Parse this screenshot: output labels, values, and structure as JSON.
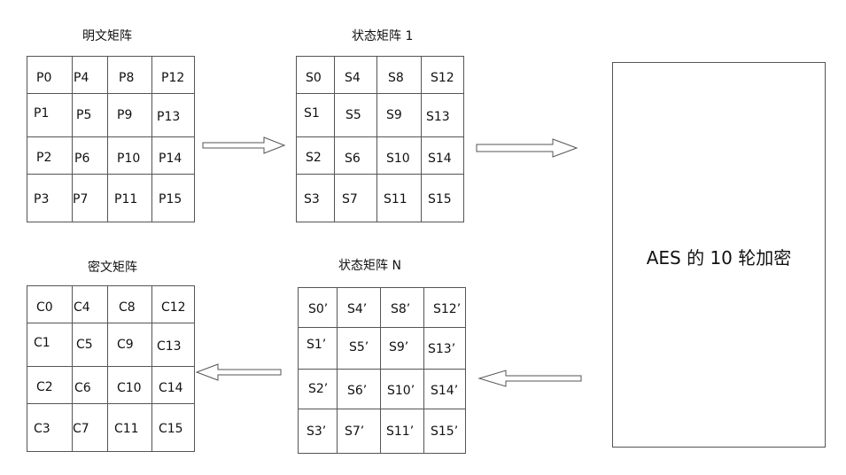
{
  "matrices": [
    {
      "id": "plaintext",
      "title": "明文矩阵",
      "cells": [
        [
          "P0",
          "P4",
          "P8",
          "P12"
        ],
        [
          "P1",
          "P5",
          "P9",
          "P13"
        ],
        [
          "P2",
          "P6",
          "P10",
          "P14"
        ],
        [
          "P3",
          "P7",
          "P11",
          "P15"
        ]
      ]
    },
    {
      "id": "state1",
      "title": "状态矩阵 1",
      "cells": [
        [
          "S0",
          "S4",
          "S8",
          "S12"
        ],
        [
          "S1",
          "S5",
          "S9",
          "S13"
        ],
        [
          "S2",
          "S6",
          "S10",
          "S14"
        ],
        [
          "S3",
          "S7",
          "S11",
          "S15"
        ]
      ]
    },
    {
      "id": "stateN",
      "title": "状态矩阵 N",
      "cells": [
        [
          "S0’",
          "S4’",
          "S8’",
          "S12’"
        ],
        [
          "S1’",
          "S5’",
          "S9’",
          "S13’"
        ],
        [
          "S2’",
          "S6’",
          "S10’",
          "S14’"
        ],
        [
          "S3’",
          "S7’",
          "S11’",
          "S15’"
        ]
      ]
    },
    {
      "id": "ciphertext",
      "title": "密文矩阵",
      "cells": [
        [
          "C0",
          "C4",
          "C8",
          "C12"
        ],
        [
          "C1",
          "C5",
          "C9",
          "C13"
        ],
        [
          "C2",
          "C6",
          "C10",
          "C14"
        ],
        [
          "C3",
          "C7",
          "C11",
          "C15"
        ]
      ]
    }
  ],
  "process_box": {
    "label": "AES 的 10 轮加密"
  },
  "arrows": [
    {
      "from": "plaintext",
      "to": "state1",
      "direction": "right"
    },
    {
      "from": "state1",
      "to": "process_box",
      "direction": "right"
    },
    {
      "from": "process_box",
      "to": "stateN",
      "direction": "left"
    },
    {
      "from": "stateN",
      "to": "ciphertext",
      "direction": "left"
    }
  ],
  "colors": {
    "line": "#555555",
    "text": "#111111",
    "background": "#ffffff"
  }
}
